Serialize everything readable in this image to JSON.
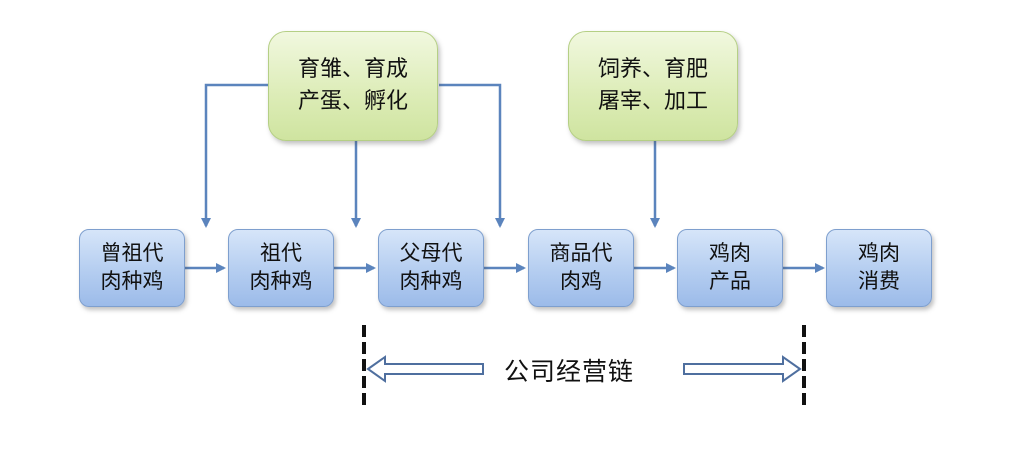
{
  "chain_boxes": [
    {
      "line1": "曾祖代",
      "line2": "肉种鸡"
    },
    {
      "line1": "祖代",
      "line2": "肉种鸡"
    },
    {
      "line1": "父母代",
      "line2": "肉种鸡"
    },
    {
      "line1": "商品代",
      "line2": "肉鸡"
    },
    {
      "line1": "鸡肉",
      "line2": "产品"
    },
    {
      "line1": "鸡肉",
      "line2": "消费"
    }
  ],
  "process_boxes": [
    {
      "line1": "育雏、育成",
      "line2": "产蛋、孵化"
    },
    {
      "line1": "饲养、育肥",
      "line2": "屠宰、加工"
    }
  ],
  "company_chain_label": "公司经营链",
  "colors": {
    "chain_box_top": "#d6e5f9",
    "chain_box_bottom": "#9cbbe9",
    "process_box_top": "#f1f8df",
    "process_box_bottom": "#cfe4a0",
    "arrow": "#5b84bd",
    "bracket": "#111111"
  }
}
